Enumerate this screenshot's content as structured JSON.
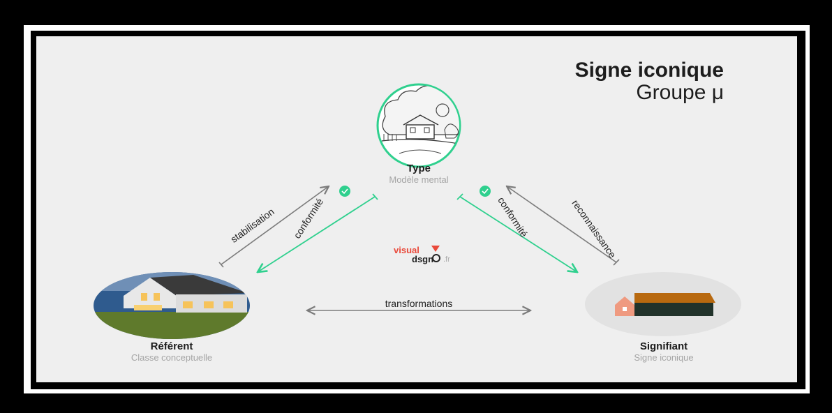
{
  "title": "Signe iconique",
  "subtitle": "Groupe μ",
  "nodes": {
    "type": {
      "label": "Type",
      "sublabel": "Modèle mental"
    },
    "referent": {
      "label": "Référent",
      "sublabel": "Classe conceptuelle"
    },
    "signifiant": {
      "label": "Signifiant",
      "sublabel": "Signe iconique"
    }
  },
  "arrows": {
    "stabilisation": "stabilisation",
    "conformite_left": "conformité",
    "conformite_right": "conformité",
    "reconnaissance": "reconnaissance",
    "transformations": "transformations"
  },
  "logo": {
    "part1": "visual",
    "part2": "dsgn",
    "tld": ".fr"
  },
  "colors": {
    "accent": "#2fd08e",
    "arrow_gray": "#7b7b7b",
    "logo_red": "#e9493a",
    "text_dark": "#1d1d1d"
  },
  "icons": [
    "check-icon",
    "house-sketch-icon",
    "house-photo",
    "house-pictogram"
  ]
}
